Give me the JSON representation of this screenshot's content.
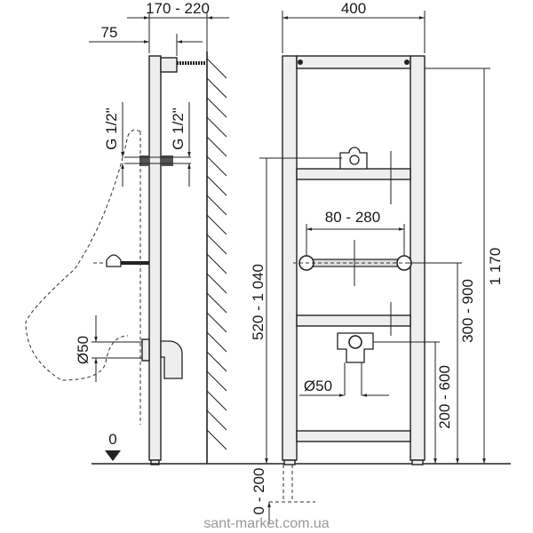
{
  "title": "Urinal installation frame dimensions",
  "side_view": {
    "dim_depth": "170 - 220",
    "dim_offset": "75",
    "thread_left": "G 1/2\"",
    "thread_right": "G 1/2\"",
    "drain_diameter": "Ø50",
    "floor_level": "0"
  },
  "front_view": {
    "dim_width": "400",
    "dim_bracket_spacing": "80 - 280",
    "dim_height_total": "1 170",
    "dim_bracket_height": "520 - 1 040",
    "dim_drain_height": "300 - 900",
    "dim_outlet_height": "200 - 600",
    "drain_diameter": "Ø50",
    "dim_floor_depth": "0 - 200"
  },
  "watermark": "sant-market.com.ua"
}
